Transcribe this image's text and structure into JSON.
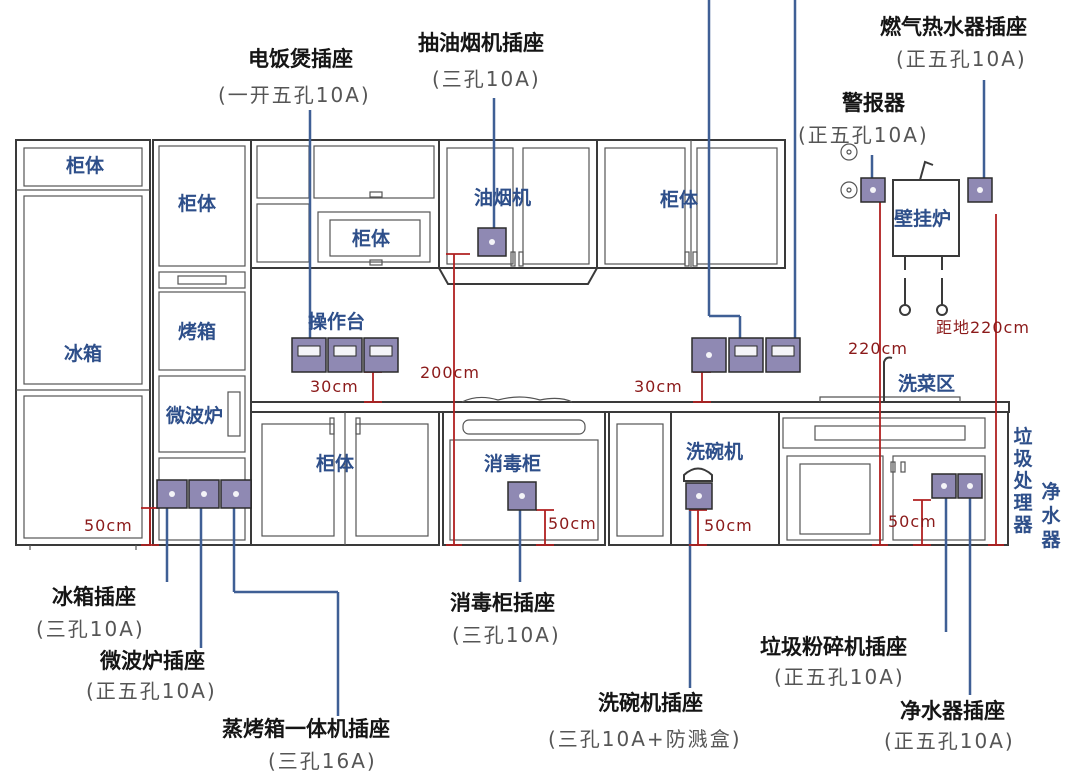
{
  "labels": {
    "cabinet": "柜体",
    "fridge": "冰箱",
    "oven": "烤箱",
    "microwave": "微波炉",
    "range_hood": "油烟机",
    "counter": "操作台",
    "disinfection_cabinet": "消毒柜",
    "dishwasher": "洗碗机",
    "wall_boiler": "壁挂炉",
    "sink_area": "洗菜区",
    "garbage_disposer": "垃圾处理器",
    "water_purifier": "净水器"
  },
  "sockets": {
    "rice_cooker": {
      "name": "电饭煲插座",
      "spec": "(一开五孔10A)"
    },
    "range_hood": {
      "name": "抽油烟机插座",
      "spec": "(三孔10A)"
    },
    "gas_heater": {
      "name": "燃气热水器插座",
      "spec": "(正五孔10A)"
    },
    "alarm": {
      "name": "警报器",
      "spec": "(正五孔10A)"
    },
    "fridge": {
      "name": "冰箱插座",
      "spec": "(三孔10A)"
    },
    "microwave": {
      "name": "微波炉插座",
      "spec": "(正五孔10A)"
    },
    "steam_oven": {
      "name": "蒸烤箱一体机插座",
      "spec": "(三孔16A)"
    },
    "disinfection": {
      "name": "消毒柜插座",
      "spec": "(三孔10A)"
    },
    "dishwasher": {
      "name": "洗碗机插座",
      "spec": "(三孔10A+防溅盒)"
    },
    "disposer": {
      "name": "垃圾粉碎机插座",
      "spec": "(正五孔10A)"
    },
    "purifier": {
      "name": "净水器插座",
      "spec": "(正五孔10A)"
    }
  },
  "dimensions": {
    "counter_socket_height": "30cm",
    "low_socket_height": "50cm",
    "hood_socket_height": "200cm",
    "boiler_socket_height": "220cm",
    "gas_socket_height": "距地220cm"
  },
  "colors": {
    "label_blue": "#2e4f8a",
    "leader_line": "#3f5f95",
    "dimension_red": "#b02020",
    "socket_fill": "#8f89b3"
  }
}
